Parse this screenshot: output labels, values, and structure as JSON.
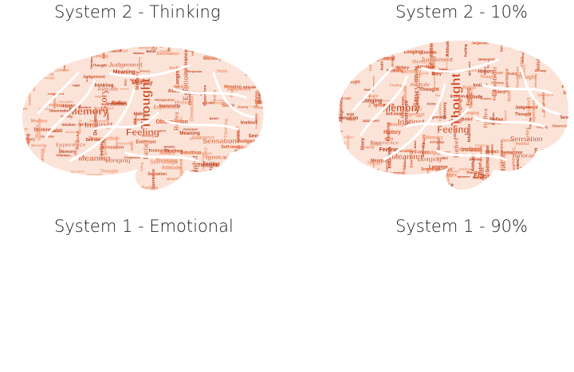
{
  "slides": [
    {
      "title": "System 2 - Thinking"
    },
    {
      "title": "System 2 - 10%"
    },
    {
      "title": "System 1 - Emotional"
    },
    {
      "title": "System 1 - 90%"
    }
  ],
  "colors": {
    "text": "#1a1a1a",
    "brain_dark": "#c8431a",
    "brain_light": "#ee8a63"
  },
  "brain_left": {
    "words": [
      "Thinking",
      "Judgement",
      "Observation",
      "Instinct",
      "Attitude",
      "Story",
      "Thought",
      "Emotion",
      "Memory",
      "Feeling",
      "Intuition",
      "Habit",
      "Belief",
      "Reflex",
      "Sensation",
      "Meaning",
      "Longing",
      "Ignorance",
      "Experience",
      "Demeanor",
      "History",
      "Self-image",
      "Insecurity",
      "Perspective"
    ]
  },
  "brain_right": {
    "words": [
      "Judgement",
      "Instinct",
      "Observation",
      "Attitude",
      "Demeanor",
      "Story",
      "Thought",
      "Emotion",
      "Memory",
      "Belief",
      "Habit",
      "Reflex",
      "History",
      "Self-image",
      "Sensation",
      "Feeling",
      "Intuition",
      "Instinct",
      "Longing",
      "Experience",
      "Meaning",
      "Ignorance",
      "Thought"
    ]
  }
}
